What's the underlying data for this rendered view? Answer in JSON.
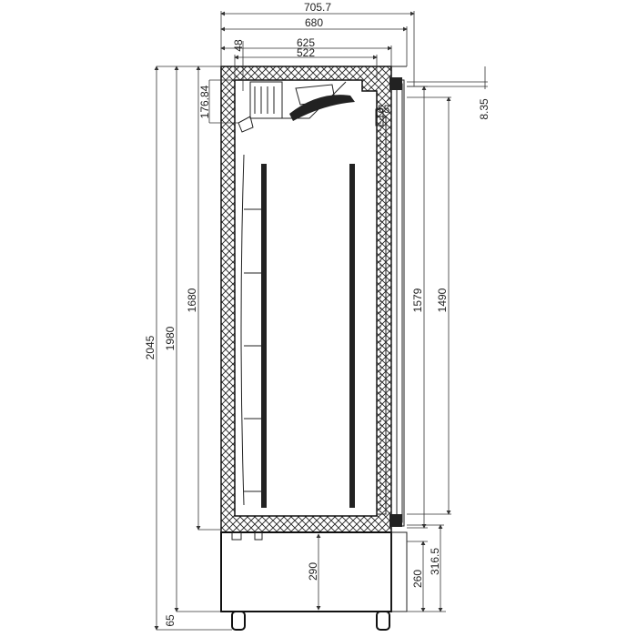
{
  "drawing": {
    "title": "Upright refrigerator cross-section",
    "line_color": "#222222",
    "dimensions": {
      "overall_depth": "705.7",
      "depth_with_door": "680",
      "cabinet_depth": "625",
      "inner_depth": "522",
      "insulation": "48",
      "evaporator_height": "176.84",
      "total_height": "2045",
      "cabinet_height": "1980",
      "inner_height": "1680",
      "door_offset": "8.35",
      "door_frame": "55",
      "door_height": "1579",
      "glass_height": "1490",
      "base_height": "290",
      "plinth_height": "260",
      "floor_to_door": "316.5",
      "wheel_height": "65"
    }
  }
}
